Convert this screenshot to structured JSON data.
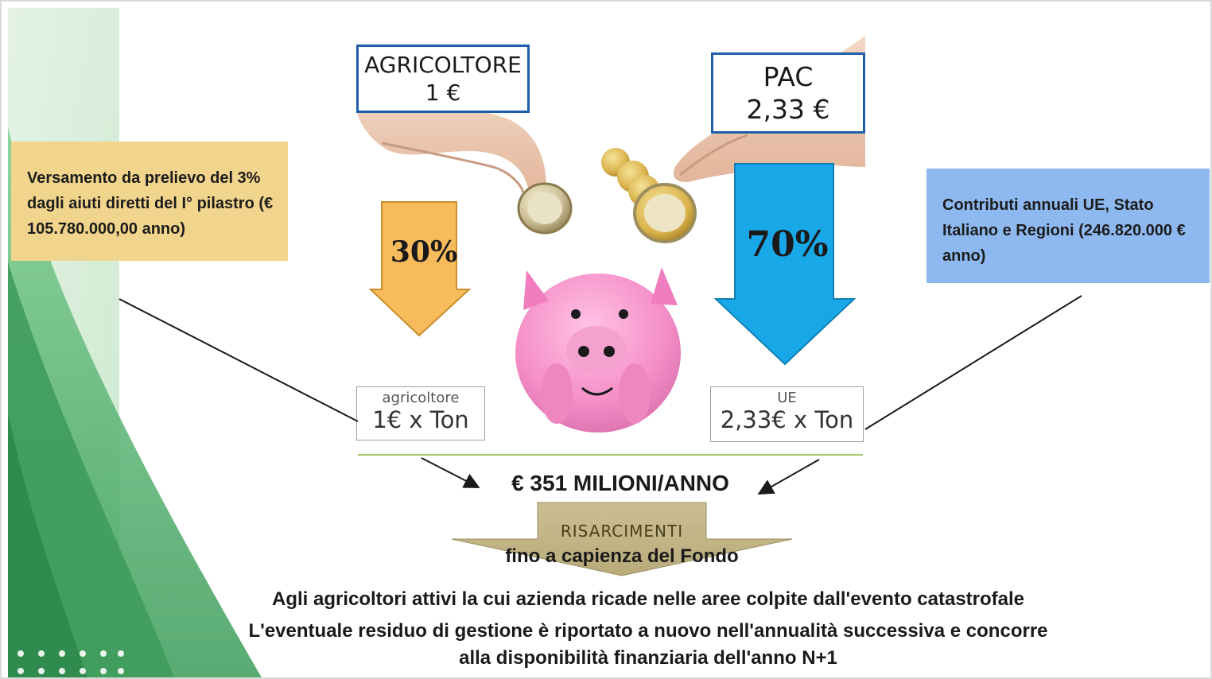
{
  "boxes": {
    "agricoltore_title": "AGRICOLTORE",
    "agricoltore_amount": "1 €",
    "pac_title": "PAC",
    "pac_amount": "2,33 €"
  },
  "notes": {
    "left": "Versamento da prelievo del 3% dagli aiuti diretti del I° pilastro (€ 105.780.000,00 anno)",
    "right": "Contributi annuali UE, Stato Italiano e Regioni (246.820.000 € anno)"
  },
  "arrows": {
    "left_pct": "30%",
    "right_pct": "70%"
  },
  "small_boxes": {
    "left_title": "agricoltore",
    "left_value": "1€ x Ton",
    "right_title": "UE",
    "right_value": "2,33€ x Ton"
  },
  "total": "€ 351 MILIONI/ANNO",
  "risarcimenti": {
    "title": "RISARCIMENTI",
    "subtitle": "fino a capienza del Fondo"
  },
  "footer": {
    "line1": "Agli agricoltori attivi la cui azienda ricade nelle aree colpite dall'evento catastrofale",
    "line2": "L'eventuale residuo di gestione è riportato a nuovo nell'annualità successiva e concorre",
    "line3": "alla disponibilità finanziaria dell'anno N+1"
  },
  "colors": {
    "orange_arrow": "#f7bb5b",
    "blue_arrow": "#18a8e8",
    "note_left_bg": "#f2d58c",
    "note_right_bg": "#8db9f0",
    "pig_pink": "#f28bc4",
    "green_bg": "#5cb574"
  }
}
